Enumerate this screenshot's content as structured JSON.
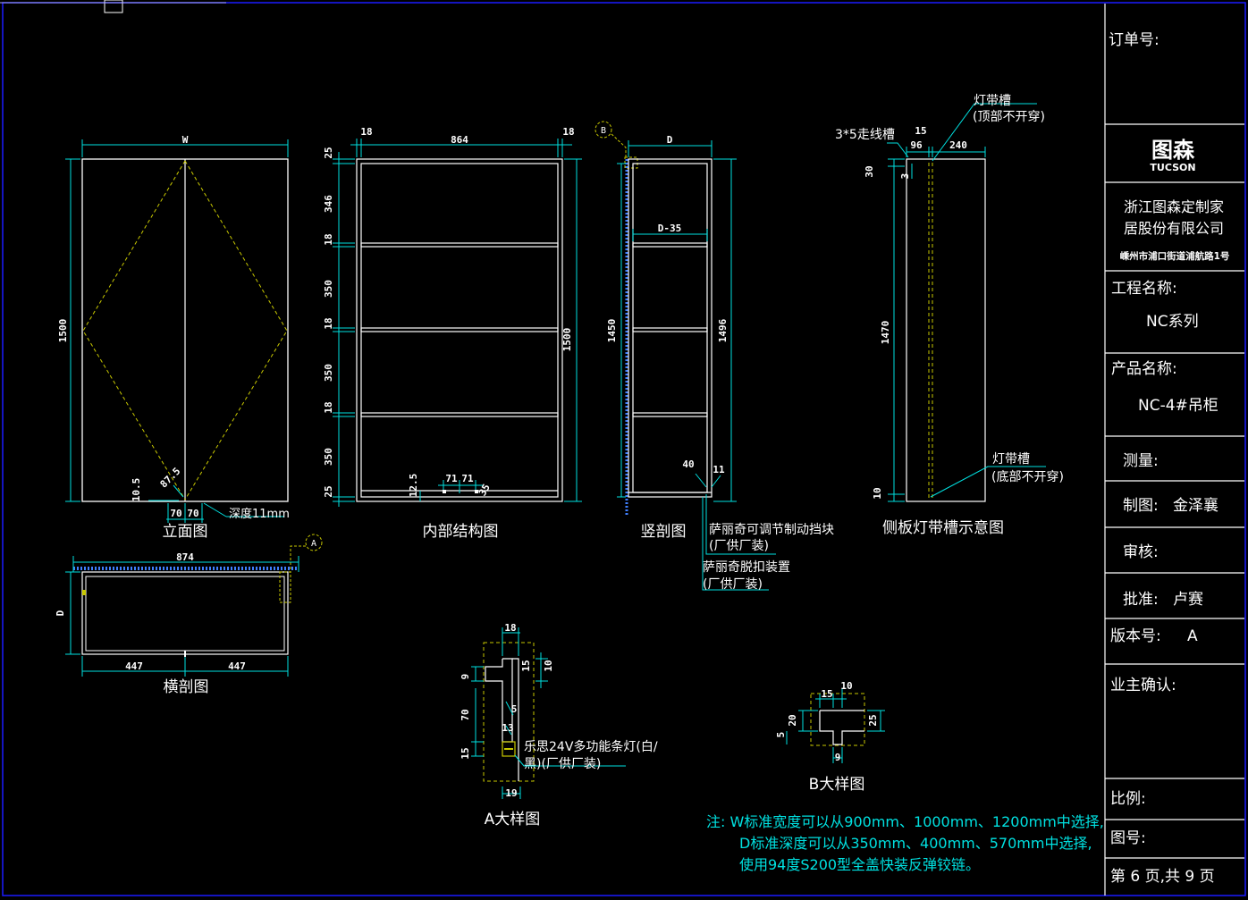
{
  "title_block": {
    "order_no_label": "订单号:",
    "brand_cn": "图森",
    "brand_en": "TUCSON",
    "company_line1": "浙江图森定制家",
    "company_line2": "居股份有限公司",
    "address": "嵊州市浦口街道浦航路1号",
    "project_label": "工程名称:",
    "project_value": "NC系列",
    "product_label": "产品名称:",
    "product_value": "NC-4#吊柜",
    "measure_label": "测量:",
    "drawn_label": "制图:",
    "drawn_value": "金泽襄",
    "review_label": "审核:",
    "approve_label": "批准:",
    "approve_value": "卢赛",
    "version_label": "版本号:",
    "version_value": "A",
    "owner_label": "业主确认:",
    "scale_label": "比例:",
    "drawing_no_label": "图号:",
    "page_info": "第 6 页,共 9 页"
  },
  "views": {
    "elevation_title": "立面图",
    "internal_title": "内部结构图",
    "vertical_section_title": "竖剖图",
    "side_panel_title": "侧板灯带槽示意图",
    "horizontal_section_title": "横剖图",
    "detail_a_title": "A大样图",
    "detail_b_title": "B大样图"
  },
  "dims": {
    "W": "W",
    "h1500": "1500",
    "d105": "10.5",
    "d875": "87.5",
    "d70a": "70",
    "d70b": "70",
    "depth11": "深度11mm",
    "i18l": "18",
    "i864": "864",
    "i18r": "18",
    "i25t": "25",
    "i346": "346",
    "i18a": "18",
    "i350a": "350",
    "i18b": "18",
    "i350b": "350",
    "i18c": "18",
    "i350c": "350",
    "i25b": "25",
    "i125": "12.5",
    "i71a": "71",
    "i71b": "71",
    "i35": "35",
    "i1500": "1500",
    "vD": "D",
    "vD35": "D-35",
    "v1450": "1450",
    "v1496": "1496",
    "v40": "40",
    "v11": "11",
    "s15": "15",
    "s96": "96",
    "s240": "240",
    "s30": "30",
    "s3": "3",
    "s1470": "1470",
    "s10": "10",
    "h874": "874",
    "hD": "D",
    "h447a": "447",
    "h447b": "447",
    "a18": "18",
    "a9": "9",
    "a10": "10",
    "a5": "5",
    "a70": "70",
    "a13": "13",
    "a15": "15",
    "a19": "19",
    "b10": "10",
    "b15": "15",
    "b20": "20",
    "b25": "25",
    "b5": "5",
    "b9": "9",
    "marker_a": "A",
    "marker_b": "B"
  },
  "annotations": {
    "wire_groove": "3*5走线槽",
    "light_groove_top_1": "灯带槽",
    "light_groove_top_2": "(顶部不开穿)",
    "light_groove_bottom_1": "灯带槽",
    "light_groove_bottom_2": "(底部不开穿)",
    "salice_stop_1": "萨丽奇可调节制动挡块",
    "salice_stop_2": "(厂供厂装)",
    "salice_release_1": "萨丽奇脱扣装置",
    "salice_release_2": "(厂供厂装)",
    "led_1": "乐思24V多功能条灯(白/",
    "led_2": "黑)(厂供厂装)"
  },
  "notes": {
    "line1": "注: W标准宽度可以从900mm、1000mm、1200mm中选择,",
    "line2": "D标准深度可以从350mm、400mm、570mm中选择,",
    "line3": "使用94度S200型全盖快装反弹铰链。"
  },
  "colors": {
    "background": "#000000",
    "frame": "#1a1aff",
    "dimension": "#00e0e0",
    "outline": "#ffffff",
    "hidden_line": "#c8c800",
    "text": "#ffffff"
  }
}
